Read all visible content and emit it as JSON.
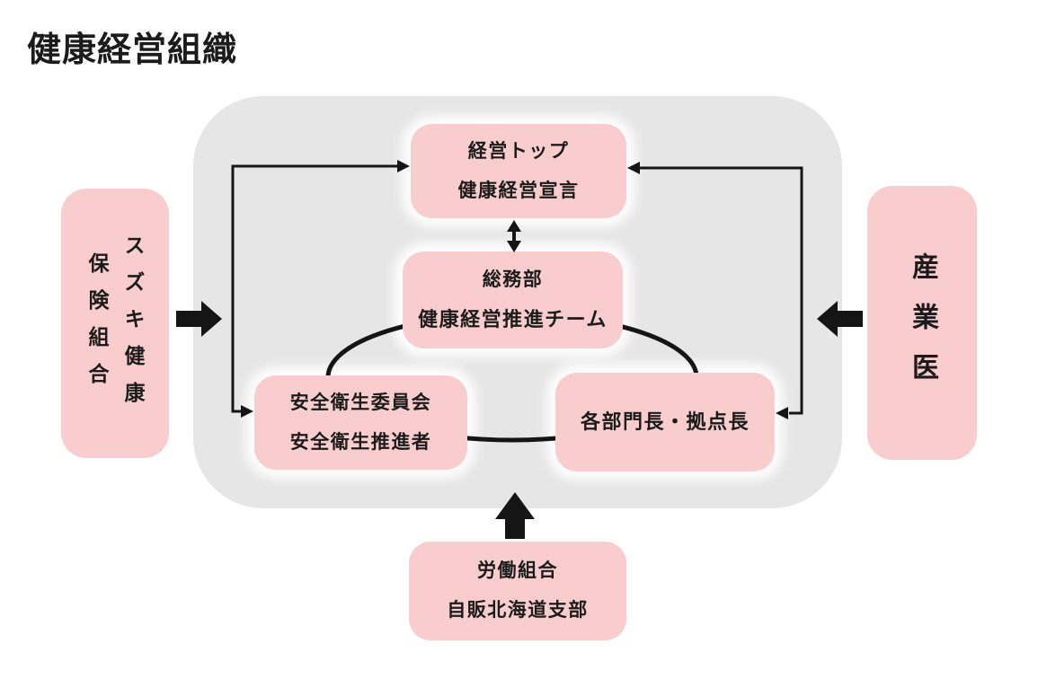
{
  "title": "健康経営組織",
  "colors": {
    "node_pink": "#f9cdcd",
    "container_gray": "#e7e6e6",
    "connector_black": "#151515",
    "text_black": "#1b1b1b"
  },
  "nodes": {
    "top": {
      "line1": "経営トップ",
      "line2": "健康経営宣言"
    },
    "promo_team": {
      "line1": "総務部",
      "line2": "健康経営推進チーム"
    },
    "safety": {
      "line1": "安全衛生委員会",
      "line2": "安全衛生推進者"
    },
    "managers": {
      "line1": "各部門長・拠点長"
    },
    "union": {
      "line1": "労働組合",
      "line2": "自販北海道支部"
    },
    "insurance": {
      "col1": "スズキ健康",
      "col2": "保険組合"
    },
    "physician": {
      "line1": "産業医"
    }
  },
  "connectors": {
    "left_bracket": "two-way-elbow-arrow-top-to-safety",
    "right_bracket": "two-way-elbow-arrow-top-to-managers",
    "top_middle": "vertical-two-way-arrow",
    "cycle": "team-cycle-ellipse",
    "from_insurance": "thick-block-arrow-right",
    "from_physician": "thick-block-arrow-left",
    "from_union": "thick-block-arrow-up"
  }
}
